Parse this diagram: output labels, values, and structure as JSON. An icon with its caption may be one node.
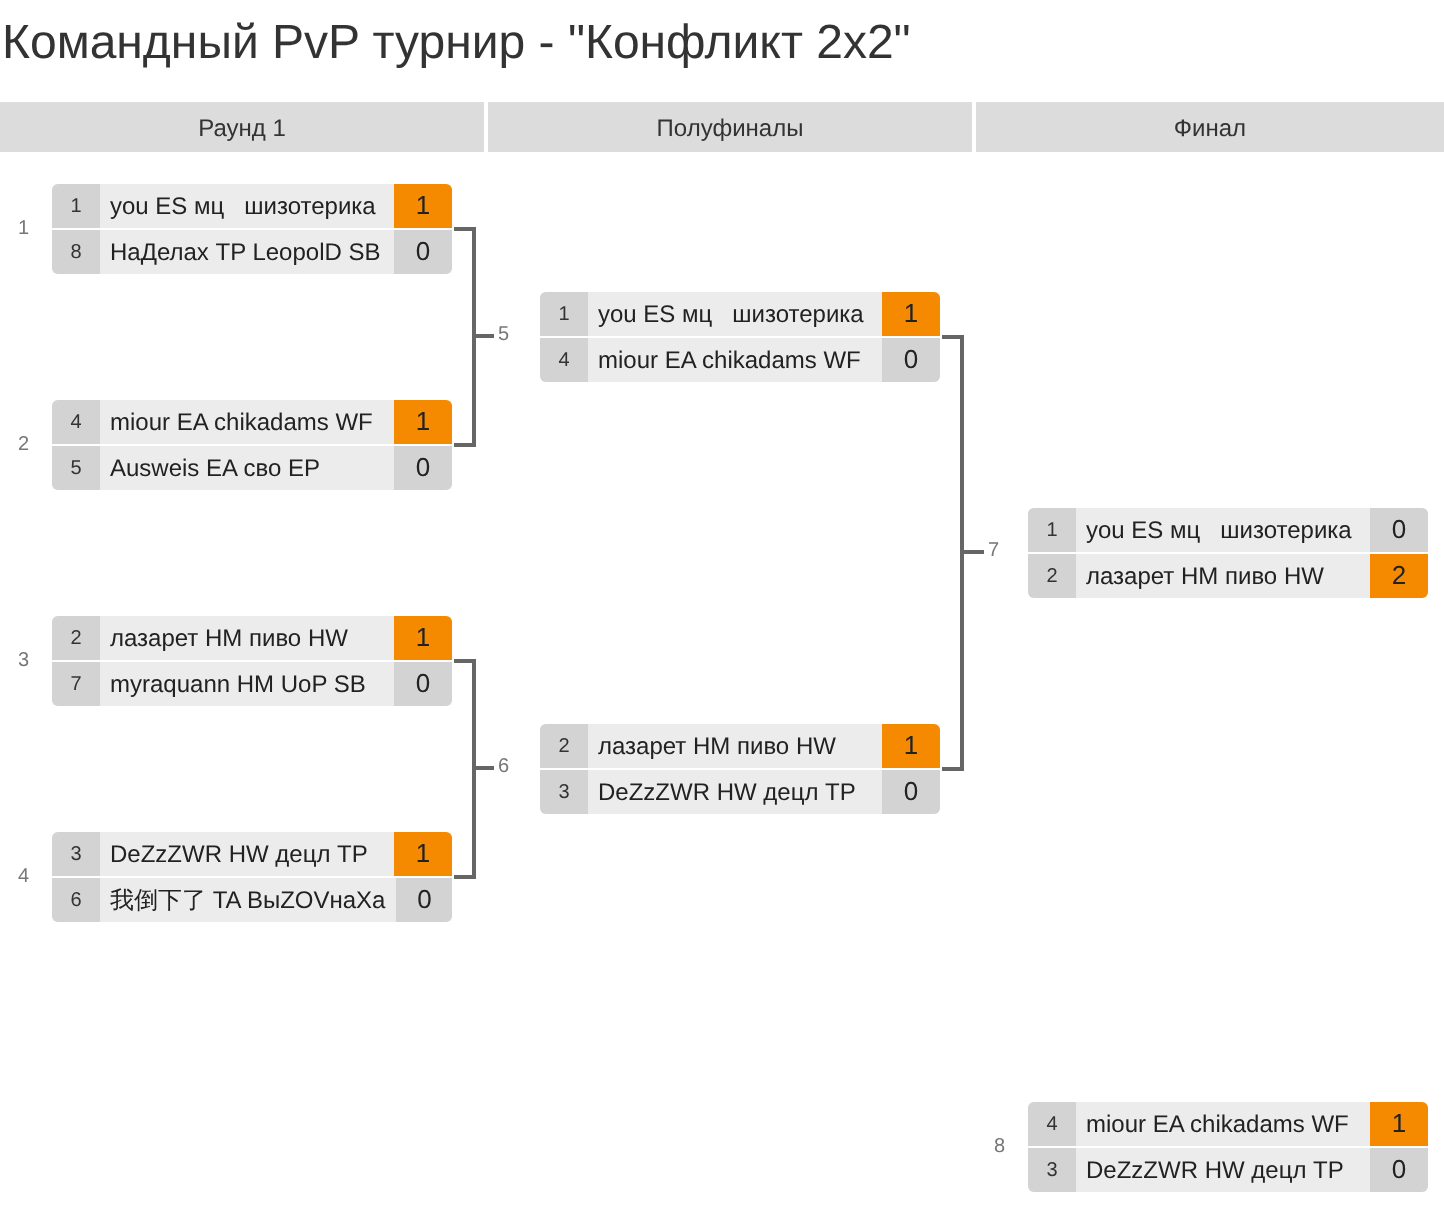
{
  "diagram": {
    "title": "Командный PvP турнир - \"Конфликт 2x2\"",
    "nodes": [
      {
        "text": [
          "Раунд 1"
        ]
      },
      {
        "text": [
          "Полуфиналы"
        ]
      },
      {
        "text": [
          "Финал"
        ]
      },
      {
        "text": [
          "1",
          "you ES мц   шизотерика",
          "1",
          "8",
          "НаДелах TP LeopolD SB",
          "0"
        ],
        "beside": [
          "1"
        ]
      },
      {
        "text": [
          "4",
          "miour EA chikadams WF",
          "1",
          "5",
          "Ausweis EA сво EP",
          "0"
        ],
        "beside": [
          "2"
        ]
      },
      {
        "text": [
          "2",
          "лазарет HM пиво HW",
          "1",
          "7",
          "myraquann HM UoP SB",
          "0"
        ],
        "beside": [
          "3"
        ]
      },
      {
        "text": [
          "3",
          "DeZzZWR HW децл TP",
          "1",
          "6",
          "我倒下了 TA ВыZOVнаХа",
          "0"
        ],
        "beside": [
          "4"
        ]
      },
      {
        "text": [
          "5"
        ]
      },
      {
        "text": [
          "1",
          "you ES мц   шизотерика",
          "1",
          "4",
          "miour EA chikadams WF",
          "0"
        ]
      },
      {
        "text": [
          "6"
        ]
      },
      {
        "text": [
          "2",
          "лазарет HM пиво HW",
          "1",
          "3",
          "DeZzZWR HW децл TP",
          "0"
        ]
      },
      {
        "text": [
          "7"
        ]
      },
      {
        "text": [
          "1",
          "you ES мц   шизотерика",
          "0",
          "2",
          "лазарет HM пиво HW",
          "2"
        ]
      },
      {
        "text": [
          "4",
          "miour EA chikadams WF",
          "1",
          "3",
          "DeZzZWR HW децл TP",
          "0"
        ],
        "beside": [
          "8"
        ]
      }
    ],
    "edges": [
      {
        "from": 3,
        "to": 7,
        "arrow": "none"
      },
      {
        "from": 4,
        "to": 7,
        "arrow": "none"
      },
      {
        "from": 5,
        "to": 9,
        "arrow": "none"
      },
      {
        "from": 6,
        "to": 9,
        "arrow": "none"
      },
      {
        "from": 8,
        "to": 11,
        "arrow": "none"
      },
      {
        "from": 10,
        "to": 11,
        "arrow": "none"
      }
    ]
  }
}
